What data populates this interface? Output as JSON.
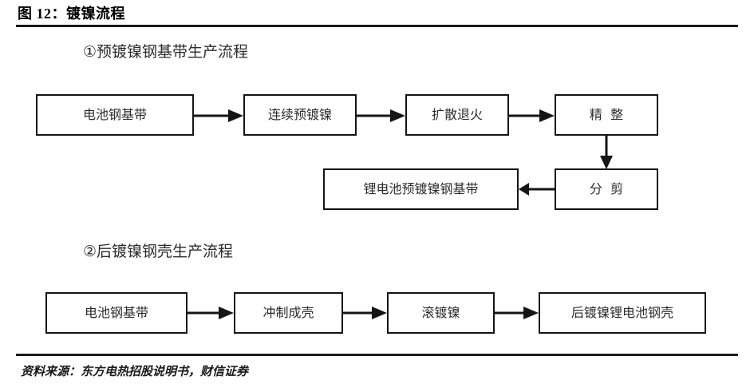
{
  "figure": {
    "title": "图 12：镀镍流程",
    "source": "资料来源：东方电热招股说明书，财信证券"
  },
  "sections": [
    {
      "heading": "①预镀镍钢基带生产流程"
    },
    {
      "heading": "②后镀镍钢壳生产流程"
    }
  ],
  "flow": {
    "row1": [
      {
        "label": "电池钢基带"
      },
      {
        "label": "连续预镀镍"
      },
      {
        "label": "扩散退火"
      },
      {
        "label": "精  整"
      }
    ],
    "row2": [
      {
        "label": "锂电池预镀镍钢基带"
      },
      {
        "label": "分  剪"
      }
    ],
    "row3": [
      {
        "label": "电池钢基带"
      },
      {
        "label": "冲制成壳"
      },
      {
        "label": "滚镀镍"
      },
      {
        "label": "后镀镍锂电池钢壳"
      }
    ]
  },
  "colors": {
    "line": "#151515",
    "text": "#2b2b2b",
    "rule": "#1a1a1a",
    "background": "#ffffff"
  }
}
